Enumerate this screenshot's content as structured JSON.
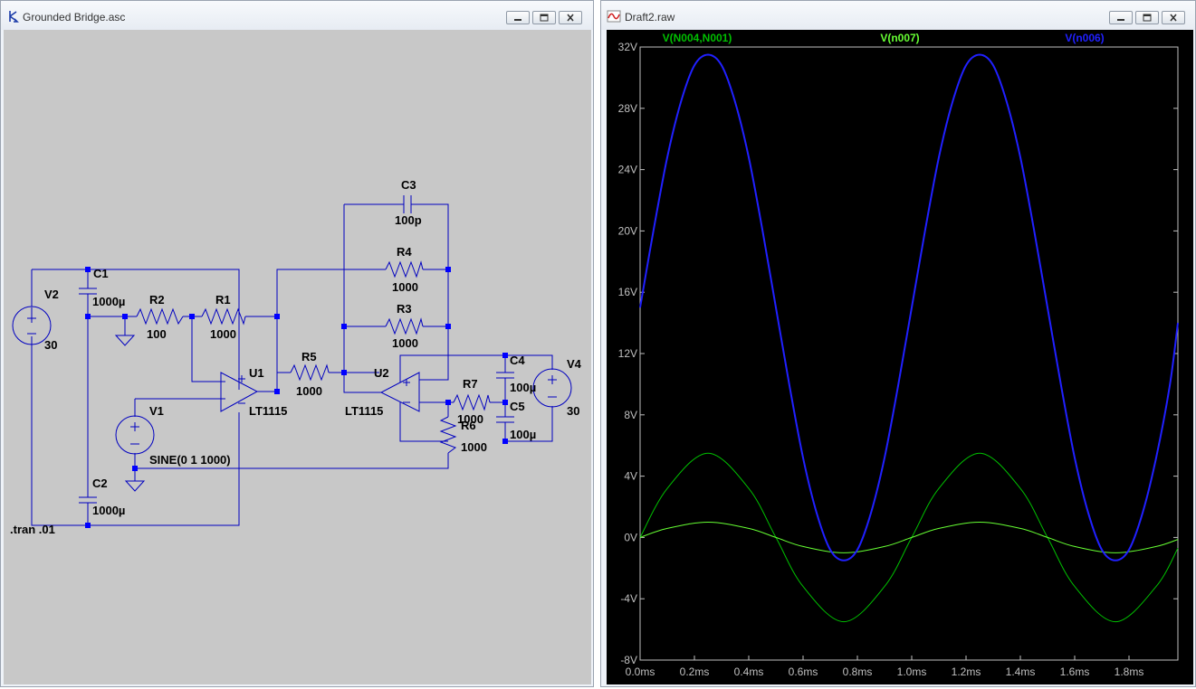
{
  "schematic_window": {
    "title": "Grounded Bridge.asc",
    "components": {
      "v2": {
        "name": "V2",
        "value": "30"
      },
      "v1": {
        "name": "V1",
        "value": "SINE(0 1 1000)"
      },
      "v4": {
        "name": "V4",
        "value": "30"
      },
      "c1": {
        "name": "C1",
        "value": "1000µ"
      },
      "c2": {
        "name": "C2",
        "value": "1000µ"
      },
      "c3": {
        "name": "C3",
        "value": "100p"
      },
      "c4": {
        "name": "C4",
        "value": "100µ"
      },
      "c5": {
        "name": "C5",
        "value": "100µ"
      },
      "r1": {
        "name": "R1",
        "value": "1000"
      },
      "r2": {
        "name": "R2",
        "value": "100"
      },
      "r3": {
        "name": "R3",
        "value": "1000"
      },
      "r4": {
        "name": "R4",
        "value": "1000"
      },
      "r5": {
        "name": "R5",
        "value": "1000"
      },
      "r6": {
        "name": "R6",
        "value": "1000"
      },
      "r7": {
        "name": "R7",
        "value": "1000"
      },
      "u1": {
        "name": "U1",
        "value": "LT1115"
      },
      "u2": {
        "name": "U2",
        "value": "LT1115"
      }
    },
    "directive": ".tran .01"
  },
  "waveform_window": {
    "title": "Draft2.raw"
  },
  "chart_data": {
    "type": "line",
    "xlabel": "",
    "ylabel": "",
    "xlim": [
      0,
      1.98
    ],
    "ylim": [
      -8,
      32
    ],
    "x_ticks": [
      "0.0ms",
      "0.2ms",
      "0.4ms",
      "0.6ms",
      "0.8ms",
      "1.0ms",
      "1.2ms",
      "1.4ms",
      "1.6ms",
      "1.8ms"
    ],
    "y_ticks": [
      "32V",
      "28V",
      "24V",
      "20V",
      "16V",
      "12V",
      "8V",
      "4V",
      "0V",
      "-4V",
      "-8V"
    ],
    "grid": false,
    "legend": "top",
    "series": [
      {
        "name": "V(N004,N001)",
        "color": "#00c000",
        "x": [
          0,
          0.1,
          0.25,
          0.4,
          0.5,
          0.6,
          0.75,
          0.9,
          1.0,
          1.1,
          1.25,
          1.4,
          1.5,
          1.6,
          1.75,
          1.9,
          1.98
        ],
        "y": [
          0,
          3.2,
          5.5,
          3.2,
          0,
          -3.2,
          -5.5,
          -3.2,
          0,
          3.2,
          5.5,
          3.2,
          0,
          -3.2,
          -5.5,
          -3.2,
          -0.7
        ]
      },
      {
        "name": "V(n007)",
        "color": "#66ff33",
        "x": [
          0,
          0.1,
          0.25,
          0.4,
          0.5,
          0.6,
          0.75,
          0.9,
          1.0,
          1.1,
          1.25,
          1.4,
          1.5,
          1.6,
          1.75,
          1.9,
          1.98
        ],
        "y": [
          0,
          0.59,
          1.0,
          0.59,
          0,
          -0.59,
          -1.0,
          -0.59,
          0,
          0.59,
          1.0,
          0.59,
          0,
          -0.59,
          -1.0,
          -0.59,
          -0.13
        ]
      },
      {
        "name": "V(n006)",
        "color": "#2020ff",
        "x": [
          0,
          0.05,
          0.1,
          0.15,
          0.2,
          0.25,
          0.3,
          0.35,
          0.4,
          0.45,
          0.5,
          0.55,
          0.6,
          0.65,
          0.7,
          0.75,
          0.8,
          0.85,
          0.9,
          0.95,
          1.0,
          1.05,
          1.1,
          1.15,
          1.2,
          1.25,
          1.3,
          1.35,
          1.4,
          1.45,
          1.5,
          1.55,
          1.6,
          1.65,
          1.7,
          1.75,
          1.8,
          1.85,
          1.9,
          1.95,
          1.98
        ],
        "y": [
          15,
          20.1,
          24.8,
          28.4,
          30.8,
          31.5,
          30.8,
          28.4,
          24.8,
          20.1,
          15,
          9.9,
          5.2,
          1.6,
          -0.8,
          -1.5,
          -0.8,
          1.6,
          5.2,
          9.9,
          15,
          20.1,
          24.8,
          28.4,
          30.8,
          31.5,
          30.8,
          28.4,
          24.8,
          20.1,
          15,
          9.9,
          5.2,
          1.6,
          -0.8,
          -1.5,
          -0.8,
          1.6,
          5.2,
          9.9,
          14
        ]
      }
    ]
  }
}
